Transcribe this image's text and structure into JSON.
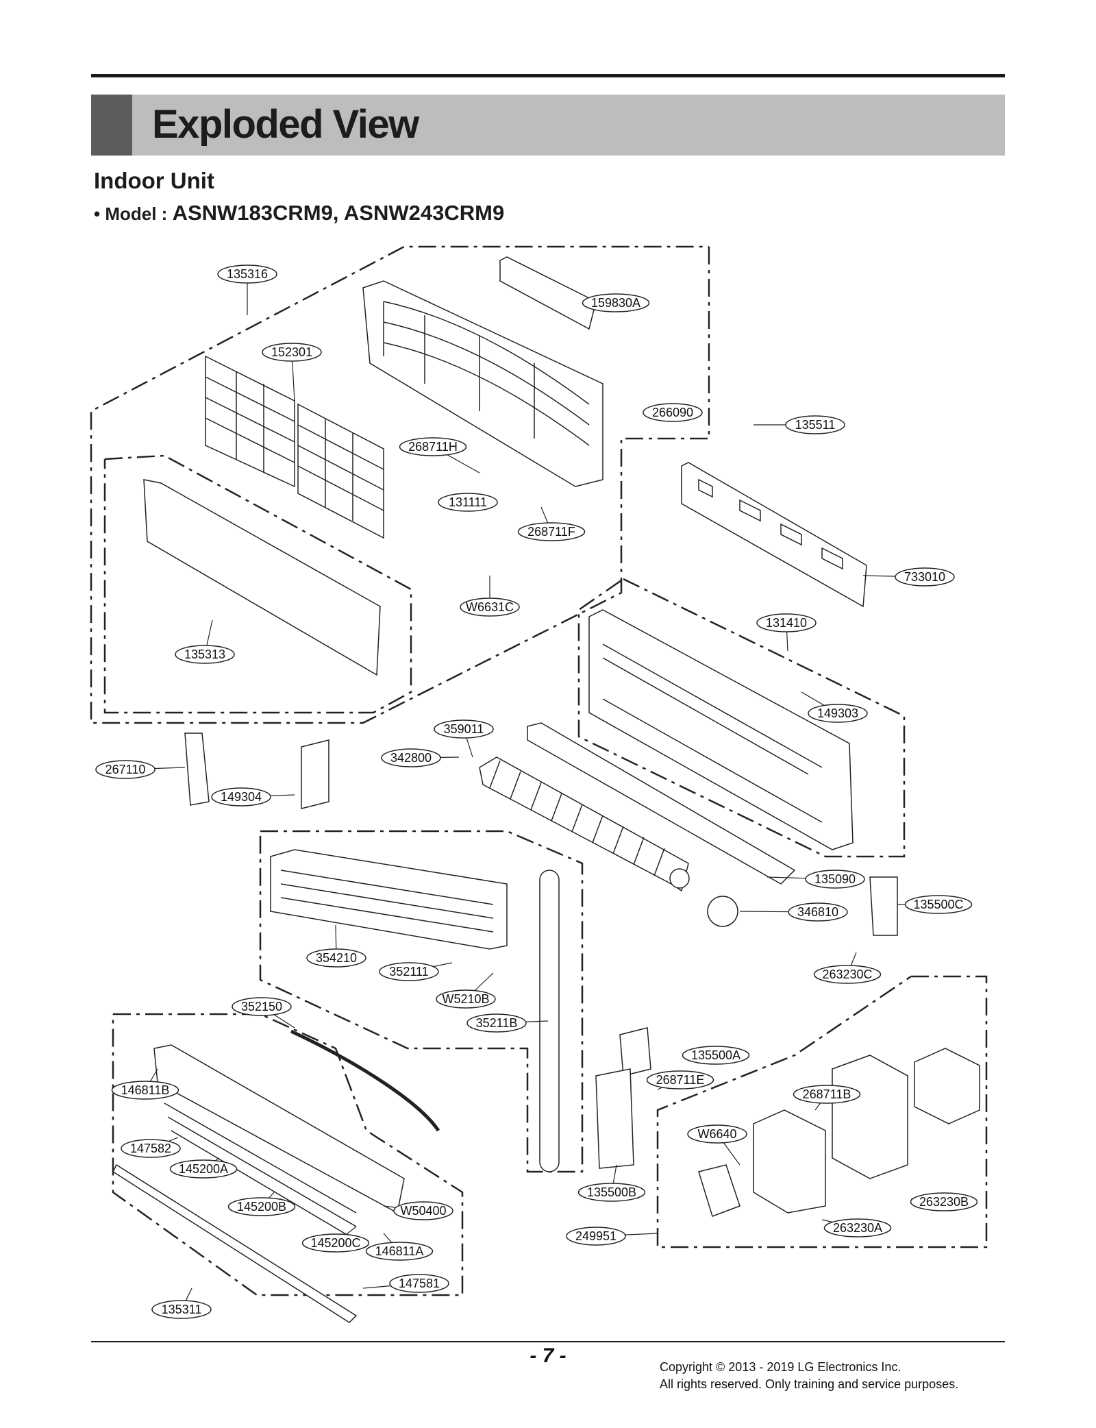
{
  "header": {
    "title": "Exploded View",
    "subtitle": "Indoor Unit",
    "model_prefix": "• Model :",
    "models": "ASNW183CRM9, ASNW243CRM9"
  },
  "parts": [
    "135316",
    "159830A",
    "152301",
    "266090",
    "135511",
    "268711H",
    "131111",
    "268711F",
    "733010",
    "W6631C",
    "131410",
    "135313",
    "149303",
    "359011",
    "342800",
    "267110",
    "149304",
    "135090",
    "135500C",
    "346810",
    "354210",
    "352111",
    "263230C",
    "W5210B",
    "352150",
    "35211B",
    "135500A",
    "146811B",
    "268711E",
    "268711B",
    "W6640",
    "147582",
    "145200A",
    "145200B",
    "W50400",
    "135500B",
    "263230B",
    "249951",
    "263230A",
    "145200C",
    "146811A",
    "147581",
    "135311"
  ],
  "footer": {
    "page_number": "- 7 -",
    "copyright": "Copyright © 2013 - 2019 LG Electronics Inc.",
    "rights": "All rights reserved. Only training and service purposes."
  }
}
